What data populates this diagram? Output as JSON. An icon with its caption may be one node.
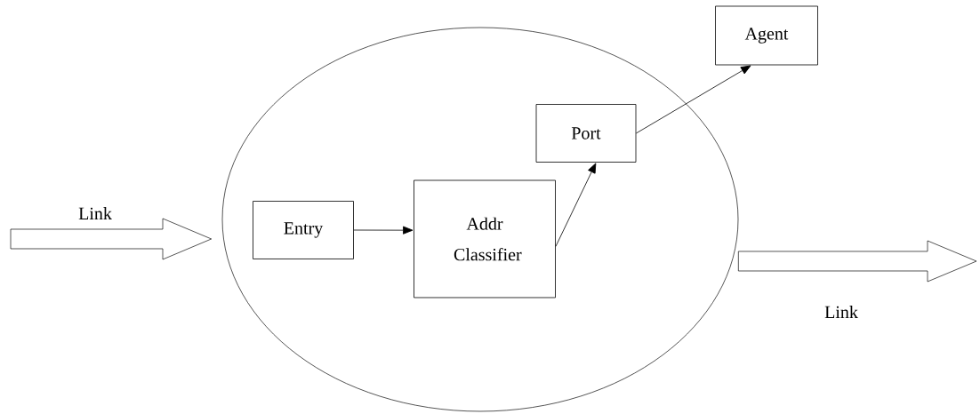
{
  "diagram": {
    "nodes": [
      {
        "text": [],
        "shape": "ellipse"
      },
      {
        "text": [
          "Entry"
        ],
        "in": 0
      },
      {
        "text": [
          "Addr Classifier"
        ],
        "in": 0
      },
      {
        "text": [
          "Port"
        ],
        "in": 0
      },
      {
        "text": [
          "Agent"
        ]
      }
    ],
    "edges": [
      {
        "from": 1,
        "to": 2,
        "arrow": "to"
      },
      {
        "from": 2,
        "to": 3,
        "arrow": "to"
      },
      {
        "from": 3,
        "to": 4,
        "arrow": "to"
      },
      {
        "from": null,
        "to": 0,
        "arrow": "to",
        "label": "Link"
      },
      {
        "from": 0,
        "to": null,
        "arrow": "to",
        "label": "Link"
      }
    ]
  }
}
